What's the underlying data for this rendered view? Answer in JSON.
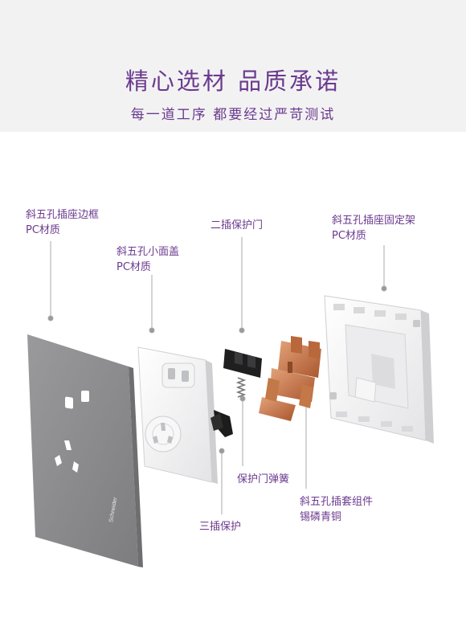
{
  "header": {
    "title": "精心选材 品质承诺",
    "subtitle": "每一道工序 都要经过严苛测试"
  },
  "labels": {
    "frame": {
      "name": "斜五孔插座边框",
      "material": "PC材质"
    },
    "cover": {
      "name": "斜五孔小面盖",
      "material": "PC材质"
    },
    "shutter": {
      "name": "二插保护门"
    },
    "bracket": {
      "name": "斜五孔插座固定架",
      "material": "PC材质"
    },
    "spring": {
      "name": "保护门弹簧"
    },
    "sleeve": {
      "name": "斜五孔插套组件",
      "material": "锡磷青铜"
    },
    "three_pin": {
      "name": "三插保护"
    }
  },
  "brand": {
    "logo_text": "Schneider"
  },
  "colors": {
    "accent": "#6b3a8e",
    "panel": "#8d8d90",
    "leader": "#999999"
  }
}
